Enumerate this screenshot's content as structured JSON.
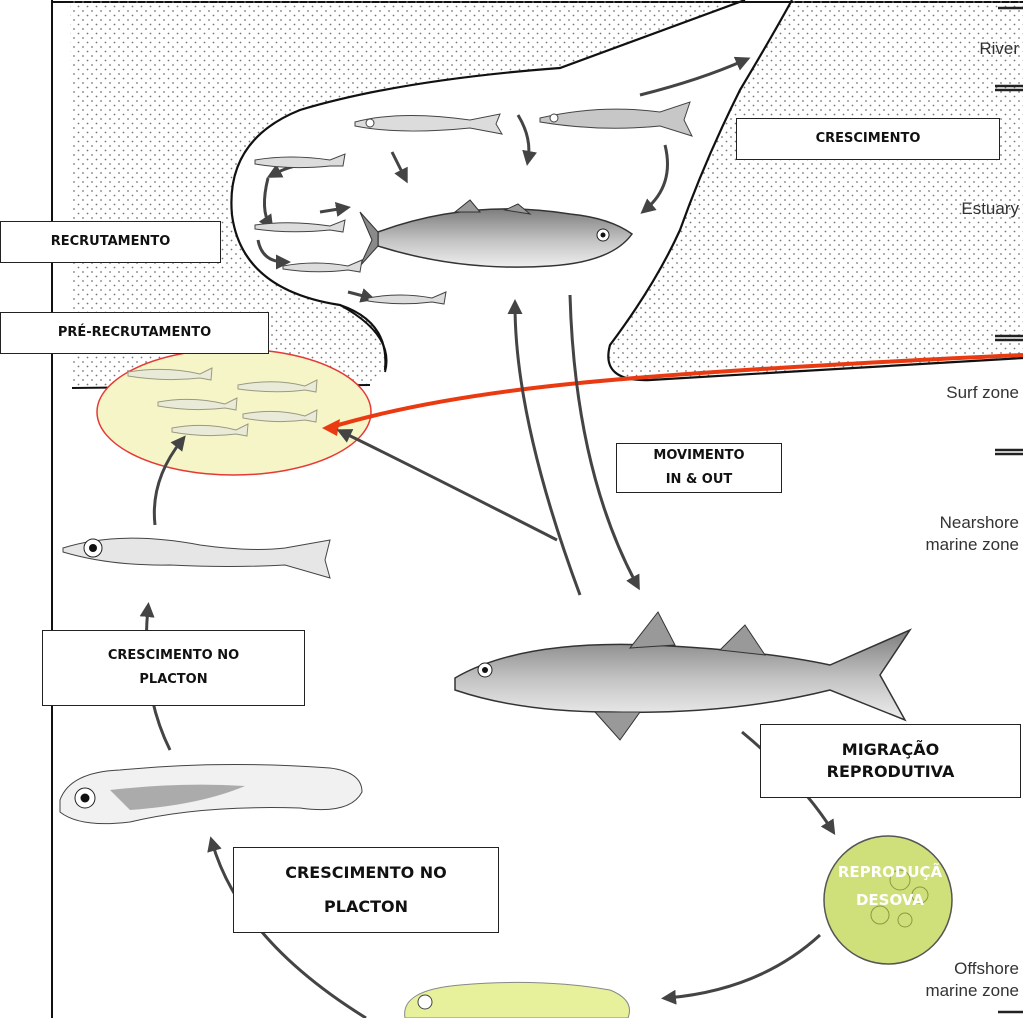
{
  "zones": {
    "river": "River",
    "estuary": "Estuary",
    "surf_zone": "Surf zone",
    "nearshore_line1": "Nearshore",
    "nearshore_line2": "marine zone",
    "offshore_line1": "Offshore",
    "offshore_line2": "marine zone"
  },
  "labels": {
    "crescimento": "CRESCIMENTO",
    "recrutamento": "RECRUTAMENTO",
    "pre_recrutamento": "PRÉ-RECRUTAMENTO",
    "movimento_line1": "MOVIMENTO",
    "movimento_line2": "IN & OUT",
    "crescimento_placton_1_line1": "CRESCIMENTO NO",
    "crescimento_placton_1_line2": "PLACTON",
    "migracao_line1": "MIGRAÇÃO",
    "migracao_line2": "REPRODUTIVA",
    "crescimento_placton_2_line1": "CRESCIMENTO NO",
    "crescimento_placton_2_line2": "PLACTON",
    "egg_line1": "REPRODUÇÃ",
    "egg_line2": "DESOVA"
  },
  "colors": {
    "highlight_ellipse_fill": "#f6f5c8",
    "highlight_ellipse_stroke": "#e53935",
    "pointer_line": "#ea3a12",
    "egg_fill": "#cfe07a",
    "larva_fill": "#e7f09a",
    "arrow": "#444444"
  }
}
